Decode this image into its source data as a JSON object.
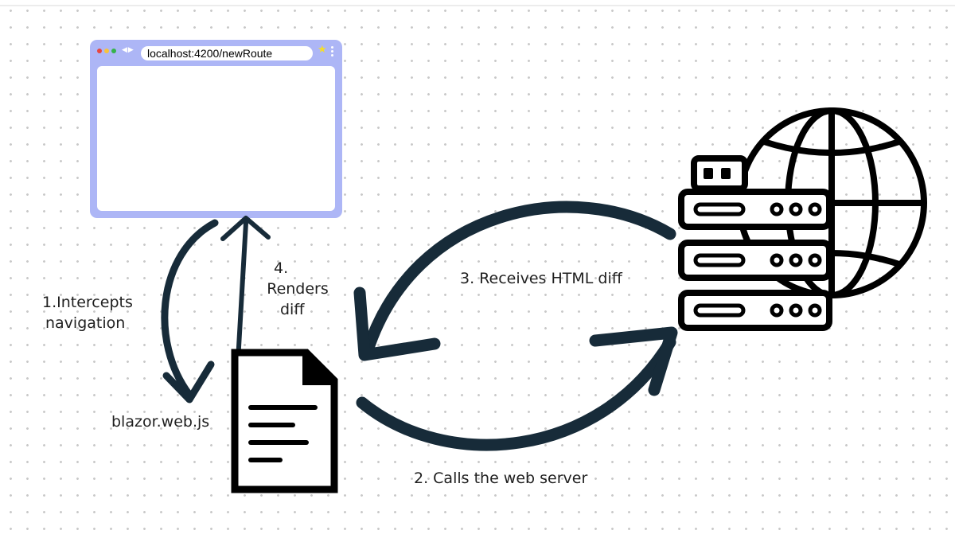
{
  "browser": {
    "url": "localhost:4200/newRoute",
    "nav_arrows": "◀▶",
    "star": "★",
    "traffic_lights": [
      "#e8463f",
      "#f6c33b",
      "#35b34a"
    ],
    "frame_color": "#adb6f6"
  },
  "labels": {
    "step1_line1": "1.Intercepts",
    "step1_line2": "navigation",
    "blazor_script": "blazor.web.js",
    "step2": "2. Calls the web server",
    "step3": "3. Receives HTML diff",
    "step4_line1": "4.",
    "step4_line2": "Renders",
    "step4_line3": "diff"
  },
  "icons": {
    "document": "document-icon",
    "server": "server-globe-icon"
  },
  "colors": {
    "arrow": "#172b39",
    "ink": "#000000",
    "text": "#1f1f1f",
    "dots": "#c9c9c9"
  }
}
